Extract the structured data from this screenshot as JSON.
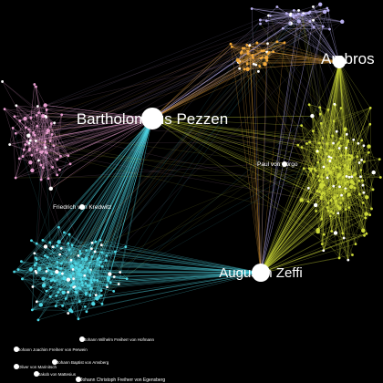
{
  "graph": {
    "background": "#000000",
    "colors": {
      "pink": "#e89fd0",
      "cyan": "#4fd8e6",
      "yellow": "#cdd93a",
      "orange": "#f2a93b",
      "lavender": "#b9b0ef",
      "node": "#ffffff"
    },
    "hubs": [
      {
        "id": "h1",
        "label": "Bartholomäus Pezzen"
      },
      {
        "id": "h2",
        "label": "Augustin Zeffi"
      },
      {
        "id": "h3",
        "label": "Ambros"
      }
    ],
    "labeled_nodes": [
      {
        "id": "n1",
        "label": "Friedrich von Kredwitz"
      },
      {
        "id": "n2",
        "label": "Paul von Sorgo"
      },
      {
        "id": "n3",
        "label": "Johann Joachim Freiherr von Perwein"
      },
      {
        "id": "n4",
        "label": "Johann Christoph Freiherr von Egensberg"
      },
      {
        "id": "n5",
        "label": "Oliver von Marinitsch"
      },
      {
        "id": "n6",
        "label": "Johann Baptist von Amsberg"
      },
      {
        "id": "n7",
        "label": "Johann Wilhelm Freiherr von Hofmann"
      },
      {
        "id": "n8",
        "label": "Jakob von Mattesius"
      }
    ]
  }
}
